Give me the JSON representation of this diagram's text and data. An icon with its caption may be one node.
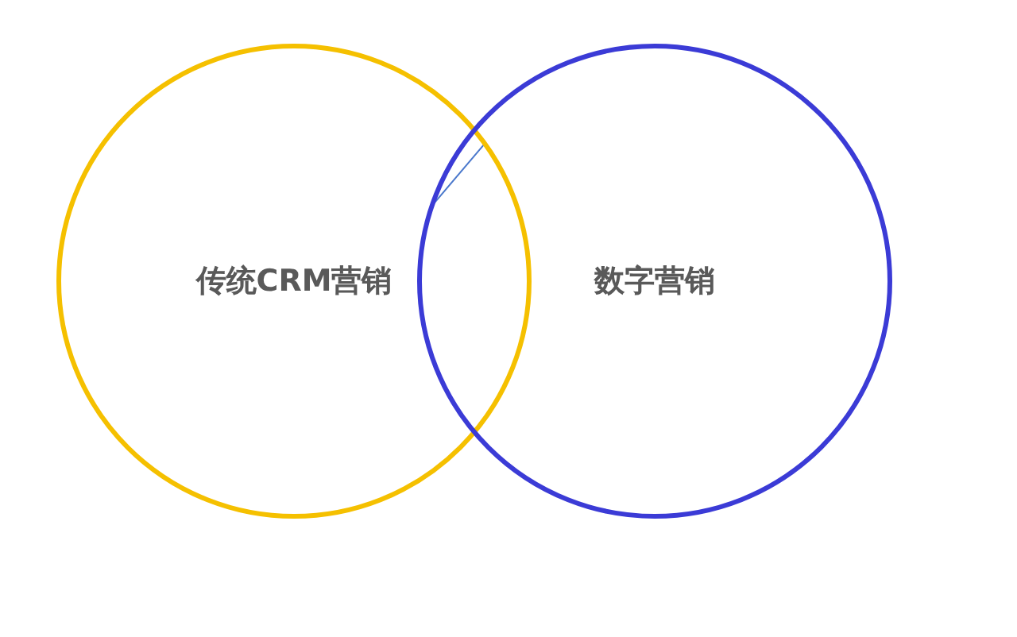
{
  "diagram": {
    "nodes": [
      {
        "text": [
          "传统CRM营销"
        ]
      },
      {
        "text": [
          "数字营销"
        ]
      }
    ],
    "edges": [
      {
        "from": 0,
        "to": 1,
        "arrow": "none",
        "color": "#4a78cc"
      }
    ]
  }
}
